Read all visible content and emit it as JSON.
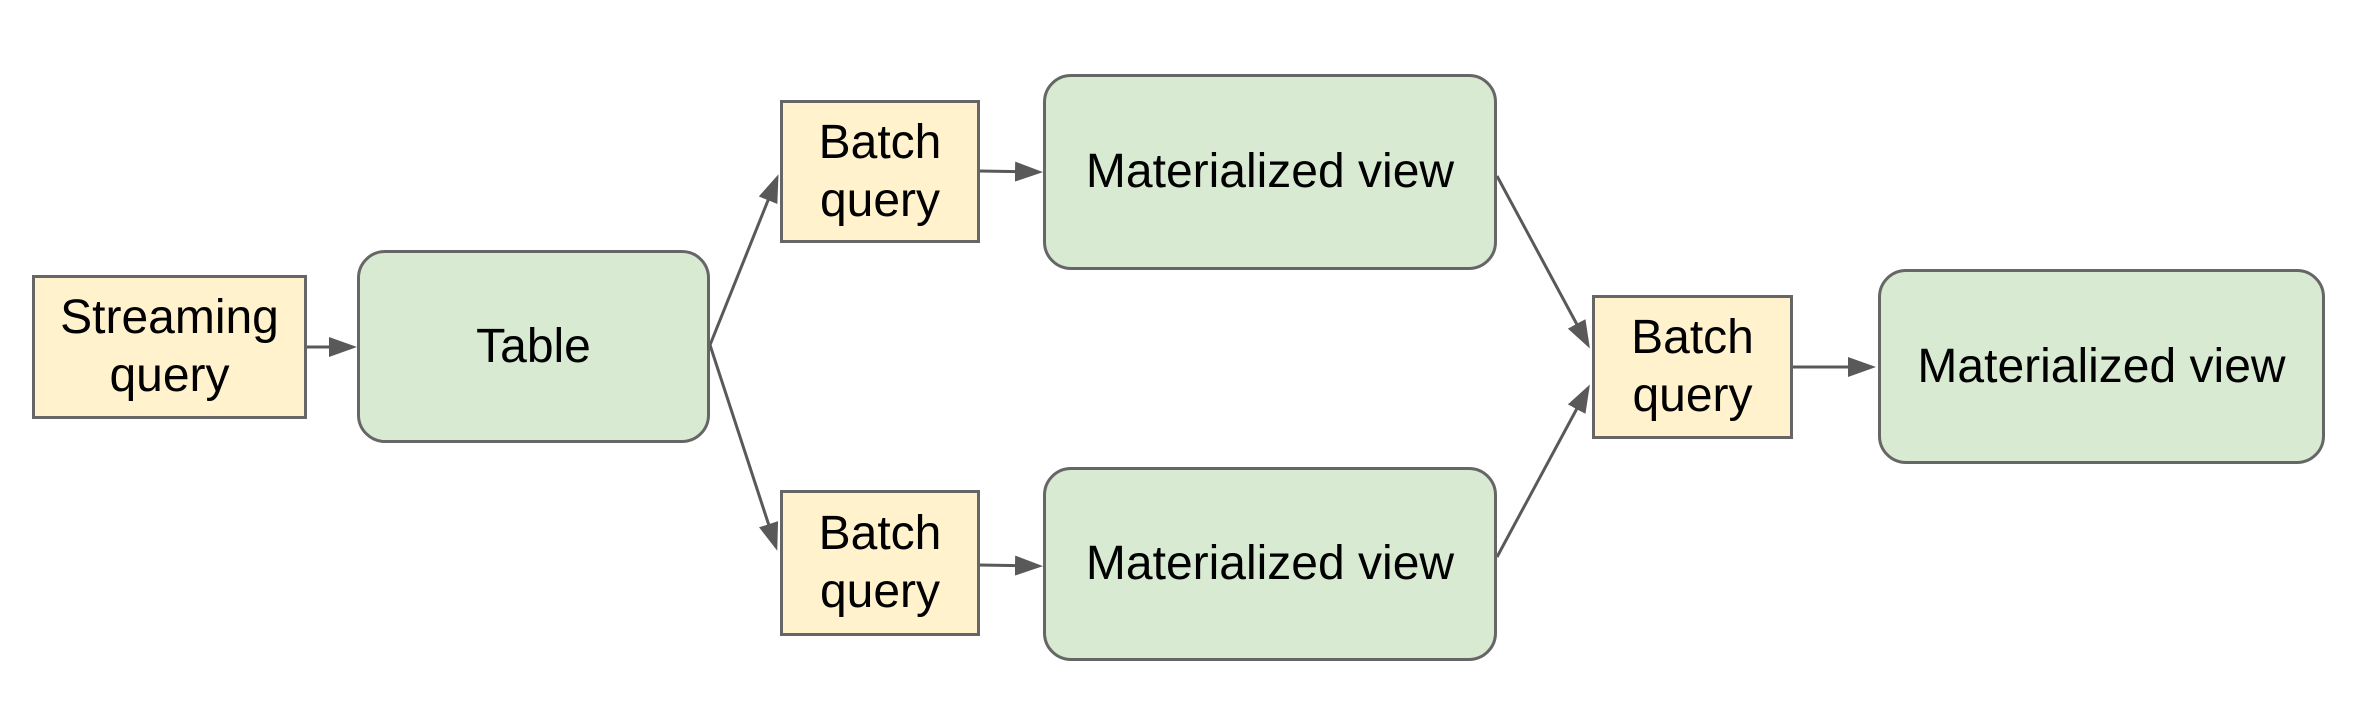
{
  "diagram": {
    "nodes": {
      "streaming_query": {
        "label": "Streaming query",
        "kind": "query"
      },
      "table": {
        "label": "Table",
        "kind": "data"
      },
      "batch_query_top": {
        "label": "Batch query",
        "kind": "query"
      },
      "materialized_view_top": {
        "label": "Materialized view",
        "kind": "data"
      },
      "batch_query_bottom": {
        "label": "Batch query",
        "kind": "query"
      },
      "materialized_view_bottom": {
        "label": "Materialized view",
        "kind": "data"
      },
      "batch_query_center": {
        "label": "Batch query",
        "kind": "query"
      },
      "materialized_view_final": {
        "label": "Materialized view",
        "kind": "data"
      }
    },
    "edges": [
      {
        "from": "streaming_query",
        "to": "table"
      },
      {
        "from": "table",
        "to": "batch_query_top"
      },
      {
        "from": "table",
        "to": "batch_query_bottom"
      },
      {
        "from": "batch_query_top",
        "to": "materialized_view_top"
      },
      {
        "from": "batch_query_bottom",
        "to": "materialized_view_bottom"
      },
      {
        "from": "materialized_view_top",
        "to": "batch_query_center"
      },
      {
        "from": "materialized_view_bottom",
        "to": "batch_query_center"
      },
      {
        "from": "batch_query_center",
        "to": "materialized_view_final"
      }
    ],
    "colors": {
      "query_node_fill": "#FFF2CC",
      "data_node_fill": "#D9EAD3",
      "node_border": "#666666",
      "arrow": "#595959",
      "text": "#000000",
      "background": "#FFFFFF"
    }
  }
}
